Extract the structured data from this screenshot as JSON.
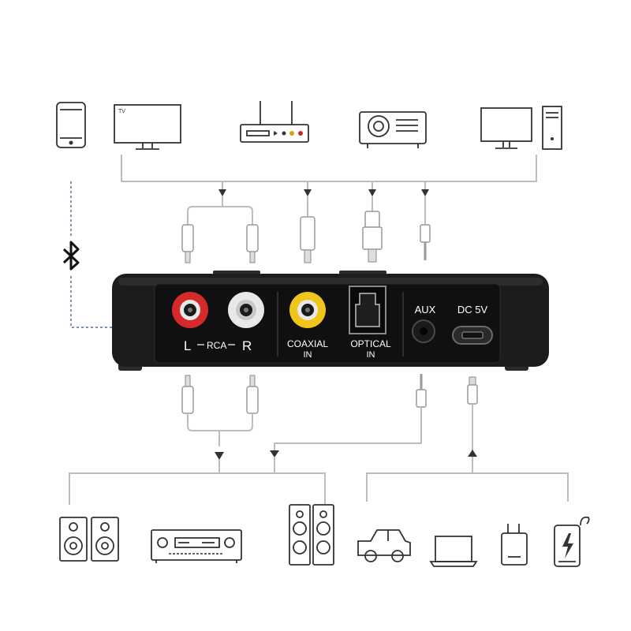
{
  "device": {
    "rca_left": "L",
    "rca_mid": "RCA",
    "rca_right": "R",
    "coaxial_line1": "COAXIAL",
    "coaxial_line2": "IN",
    "optical_line1": "OPTICAL",
    "optical_line2": "IN",
    "aux": "AUX",
    "dc": "DC 5V"
  },
  "sources": {
    "tv_label": "TV"
  },
  "icons": {
    "top": [
      "phone-icon",
      "tv-icon",
      "router-icon",
      "projector-icon",
      "desktop-pc-icon"
    ],
    "bottom": [
      "speakers-icon",
      "av-receiver-icon",
      "tower-speakers-icon",
      "car-icon",
      "laptop-icon",
      "power-adapter-icon",
      "power-bank-icon"
    ],
    "side": "bluetooth-icon"
  },
  "colors": {
    "rca_left_ring": "#d42a2a",
    "rca_right_ring": "#e8e8e8",
    "coaxial_ring": "#f0c419",
    "device_body": "#1c1c1e",
    "connector_lines": "#bdbdbd",
    "bluetooth_dash": "#2f4f7f"
  }
}
